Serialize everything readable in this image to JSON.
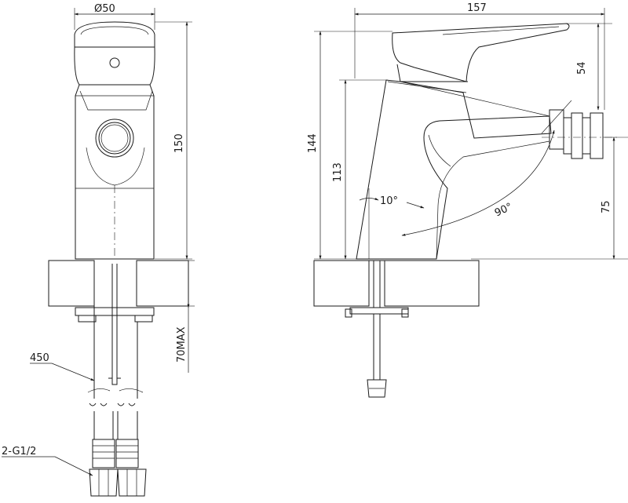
{
  "dimensions": {
    "diameter": "Ø50",
    "height_front": "150",
    "mount_max": "70MAX",
    "hose_length": "450",
    "thread": "2-G1/2",
    "width_side": "157",
    "lever_height": "54",
    "height_total": "144",
    "body_height": "113",
    "angle_tilt": "10°",
    "angle_spray": "90°",
    "spout_height": "75"
  },
  "colors": {
    "line": "#1a1a1a",
    "background": "#ffffff"
  }
}
